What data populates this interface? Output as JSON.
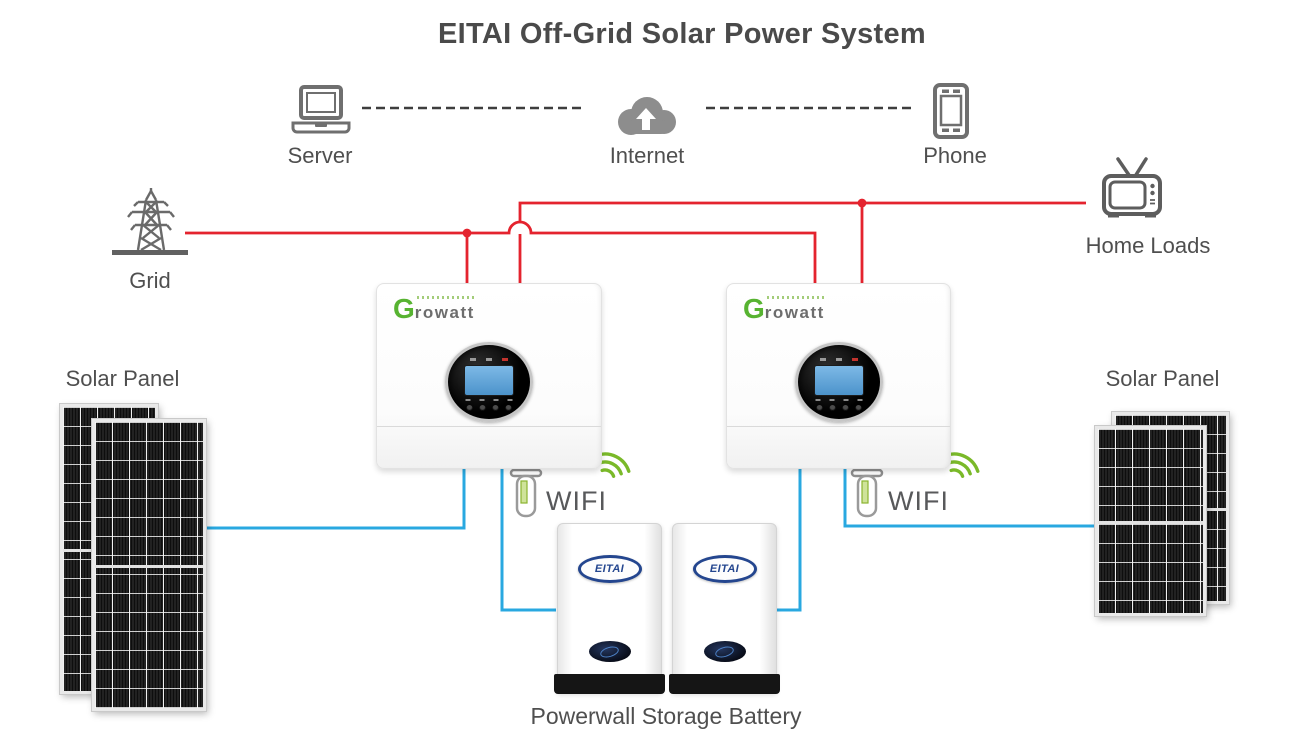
{
  "title": "EITAI Off-Grid Solar Power System",
  "monitoring": {
    "server_label": "Server",
    "internet_label": "Internet",
    "phone_label": "Phone"
  },
  "power": {
    "grid_label": "Grid",
    "home_loads_label": "Home Loads"
  },
  "solar": {
    "left_label": "Solar Panel",
    "right_label": "Solar Panel"
  },
  "wifi": {
    "left_label": "WIFI",
    "right_label": "WIFI"
  },
  "inverters": {
    "brand_g": "G",
    "brand_rest": "rowatt"
  },
  "battery": {
    "brand": "EITAI",
    "label": "Powerwall Storage Battery"
  },
  "colors": {
    "line_red": "#e4232e",
    "line_cyan": "#29a8e0",
    "wifi_green": "#7ab929",
    "growatt_green": "#57b331",
    "eitai_blue": "#24468f"
  }
}
